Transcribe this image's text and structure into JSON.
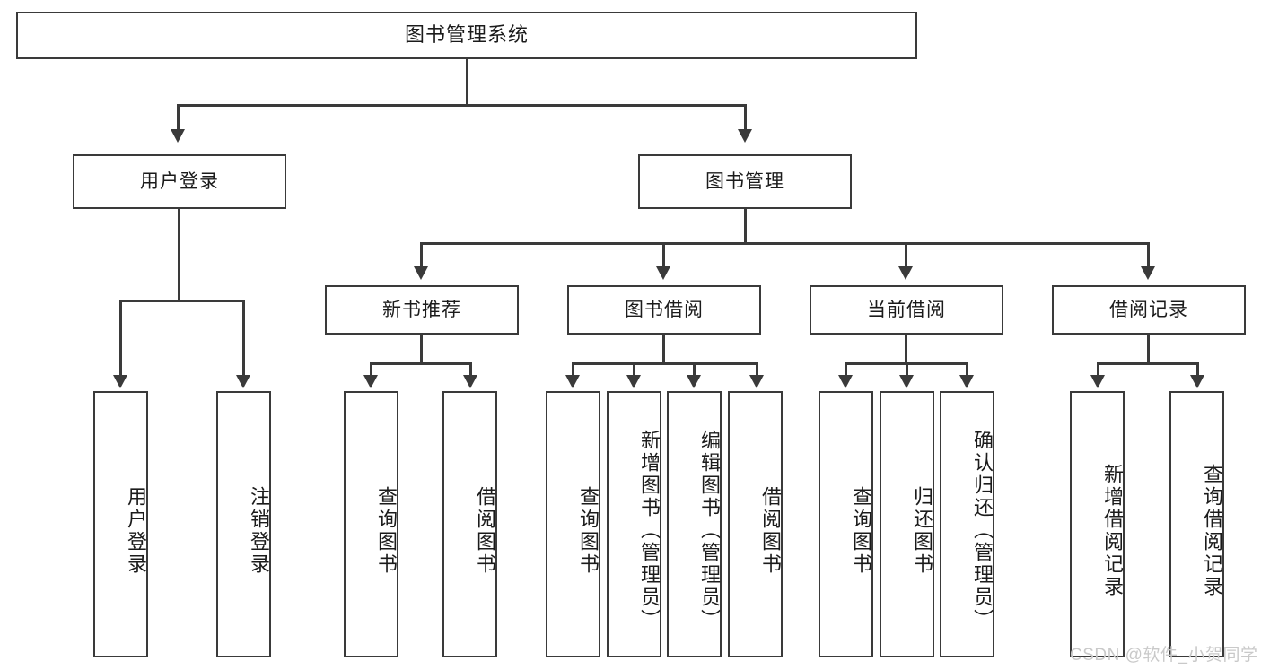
{
  "diagram": {
    "title": "图书管理系统",
    "type": "hierarchy-tree",
    "root": {
      "label": "图书管理系统"
    },
    "level2": [
      {
        "label": "用户登录"
      },
      {
        "label": "图书管理"
      }
    ],
    "level3": [
      {
        "label": "新书推荐"
      },
      {
        "label": "图书借阅"
      },
      {
        "label": "当前借阅"
      },
      {
        "label": "借阅记录"
      }
    ],
    "leaves": {
      "user_login": [
        {
          "label": "用户登录"
        },
        {
          "label": "注销登录"
        }
      ],
      "new_book": [
        {
          "label": "查询图书"
        },
        {
          "label": "借阅图书"
        }
      ],
      "book_borrow": [
        {
          "label": "查询图书"
        },
        {
          "label": "新增图书（管理员）"
        },
        {
          "label": "编辑图书（管理员）"
        },
        {
          "label": "借阅图书"
        }
      ],
      "current_borrow": [
        {
          "label": "查询图书"
        },
        {
          "label": "归还图书"
        },
        {
          "label": "确认归还（管理员）"
        }
      ],
      "borrow_record": [
        {
          "label": "新增借阅记录"
        },
        {
          "label": "查询借阅记录"
        }
      ]
    }
  },
  "watermark": {
    "text": "CSDN @软件_小贺同学"
  },
  "colors": {
    "stroke": "#3a3a3a",
    "background": "#ffffff",
    "text": "#1b1b1b",
    "watermark": "#c9c9c9"
  }
}
